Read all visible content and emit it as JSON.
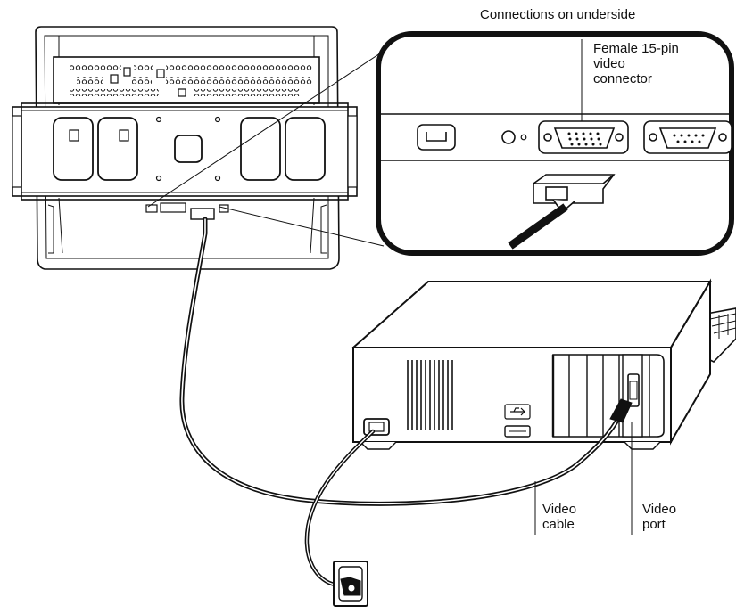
{
  "title": "Connections on underside",
  "labels": {
    "female_connector_line1": "Female 15-pin",
    "female_connector_line2": "video",
    "female_connector_line3": "connector",
    "video_cable_line1": "Video",
    "video_cable_line2": "cable",
    "video_port_line1": "Video",
    "video_port_line2": "port"
  },
  "icons": {
    "usb": "usb-icon",
    "outlet": "power-outlet-icon"
  },
  "colors": {
    "line": "#111111",
    "background": "#ffffff"
  }
}
